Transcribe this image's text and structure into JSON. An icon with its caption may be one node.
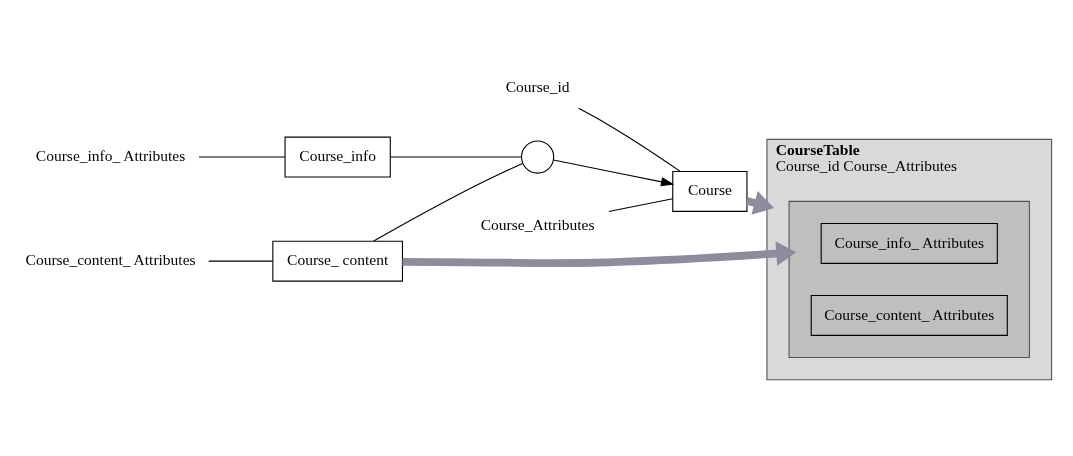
{
  "diagram": {
    "nodes": [
      {
        "text": [
          "Course_id"
        ]
      },
      {
        "text": [
          "Course_Attributes"
        ]
      },
      {
        "text": [
          "Course"
        ]
      },
      {
        "text": [],
        "shape": "circle"
      },
      {
        "text": [
          "Course_info_ Attributes"
        ]
      },
      {
        "text": [
          "Course_info"
        ]
      },
      {
        "text": [
          "Course_ content"
        ]
      },
      {
        "text": [
          "Course_content_ Attributes"
        ]
      },
      {
        "text": [
          "CourseTable",
          "Course_id Course_Attributes"
        ]
      },
      {
        "text": [],
        "shape": "box",
        "in": 8
      },
      {
        "text": [
          "Course_info_ Attributes"
        ],
        "in": 9
      },
      {
        "text": [
          "Course_content_ Attributes"
        ],
        "in": 9
      }
    ],
    "edges": [
      {
        "from": 0,
        "to": 2,
        "arrow": "none"
      },
      {
        "from": 1,
        "to": 2,
        "arrow": "none"
      },
      {
        "from": 4,
        "to": 5,
        "arrow": "none"
      },
      {
        "from": 7,
        "to": 6,
        "arrow": "none"
      },
      {
        "from": 5,
        "to": 3,
        "arrow": "none"
      },
      {
        "from": 6,
        "to": 3,
        "arrow": "none"
      },
      {
        "from": 3,
        "to": 2,
        "arrow": "to"
      },
      {
        "from": 2,
        "to": 8,
        "arrow": "to",
        "style": "thick",
        "color": "#8c8c9c"
      },
      {
        "from": 6,
        "to": 9,
        "arrow": "to",
        "style": "thick",
        "color": "#8c8c9c"
      }
    ]
  }
}
